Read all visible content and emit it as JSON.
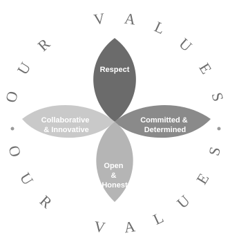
{
  "ring": {
    "top": "OUR VALUES",
    "bottom": "OUR VALUES"
  },
  "petals": [
    {
      "id": "respect",
      "lines": [
        "Respect"
      ],
      "color": "#6b6b6b"
    },
    {
      "id": "committed",
      "lines": [
        "Committed &",
        "Determined"
      ],
      "color": "#8a8a8a"
    },
    {
      "id": "open",
      "lines": [
        "Open",
        "&",
        "Honest"
      ],
      "color": "#b5b5b5"
    },
    {
      "id": "collaborative",
      "lines": [
        "Collaborative",
        "& Innovative"
      ],
      "color": "#c9c9c9"
    }
  ],
  "divider_color": "#9a9a9a"
}
